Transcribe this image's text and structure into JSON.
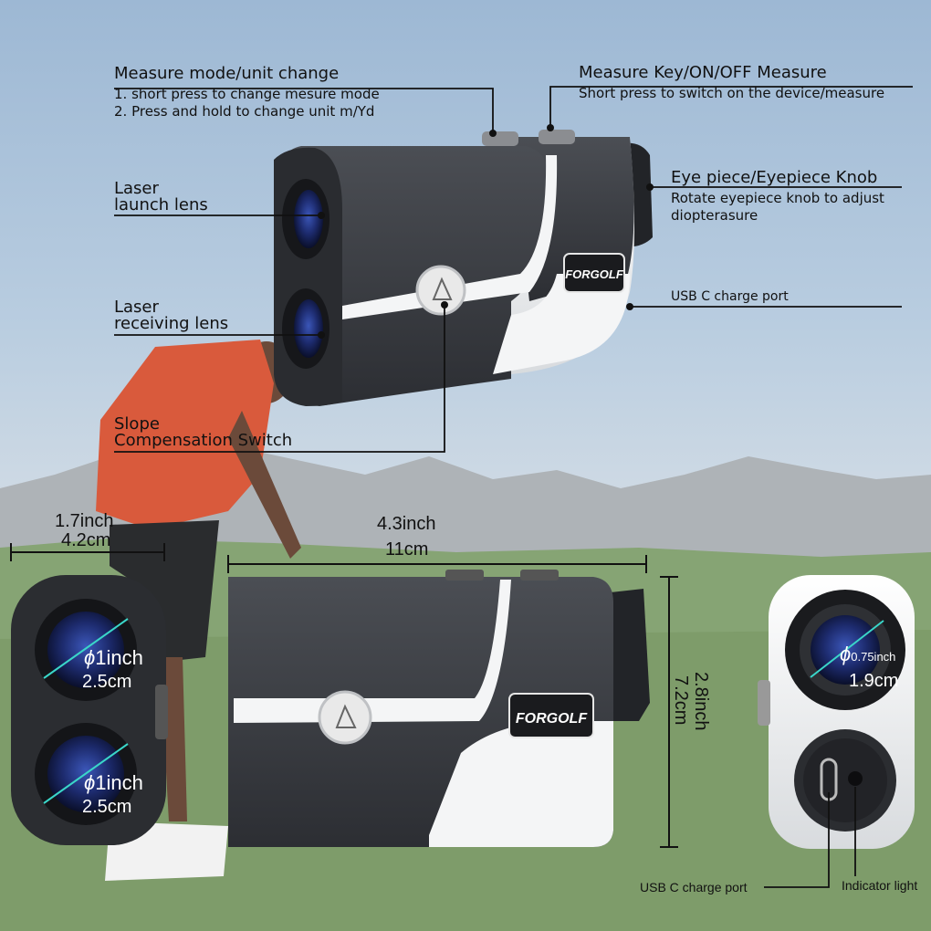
{
  "callouts": {
    "mode_title": "Measure mode/unit change",
    "mode_line1": "1. short press to change mesure mode",
    "mode_line2": "2. Press and hold to change unit m/Yd",
    "key_title": "Measure Key/ON/OFF Measure",
    "key_line1": "Short press to switch on the device/measure",
    "eye_title": "Eye piece/Eyepiece Knob",
    "eye_line1": "Rotate eyepiece knob to adjust",
    "eye_line2": "diopterasure",
    "launch_line1": "Laser",
    "launch_line2": "launch lens",
    "usb_top": "USB C charge port",
    "receive_line1": "Laser",
    "receive_line2": "receiving lens",
    "slope_line1": "Slope",
    "slope_line2": "Compensation Switch"
  },
  "dimensions": {
    "width_inch": "1.7inch",
    "width_cm": "4.2cm",
    "length_inch": "4.3inch",
    "length_cm": "11cm",
    "height_inch": "2.8inch",
    "height_cm": "7.2cm",
    "lens1_inch": "1inch",
    "lens1_cm": "2.5cm",
    "lens2_inch": "1inch",
    "lens2_cm": "2.5cm",
    "eye_inch": "0.75inch",
    "eye_cm": "1.9cm",
    "phi": "ϕ"
  },
  "bottom_labels": {
    "usb_port": "USB C charge port",
    "indicator": "Indicator light"
  },
  "brand": {
    "logo_top": "FORGOLF",
    "logo_front": "FORGOLF"
  },
  "colors": {
    "body_dark": "#3a3d42",
    "body_white": "#f4f5f6",
    "lens_blue": "#1d2b6e",
    "sky": "#b9cde0",
    "grass": "#7fa06f"
  },
  "icons": {
    "slope_button": "slope-triangle-icon",
    "usb_port": "usb-c-icon",
    "indicator": "indicator-dot-icon"
  }
}
